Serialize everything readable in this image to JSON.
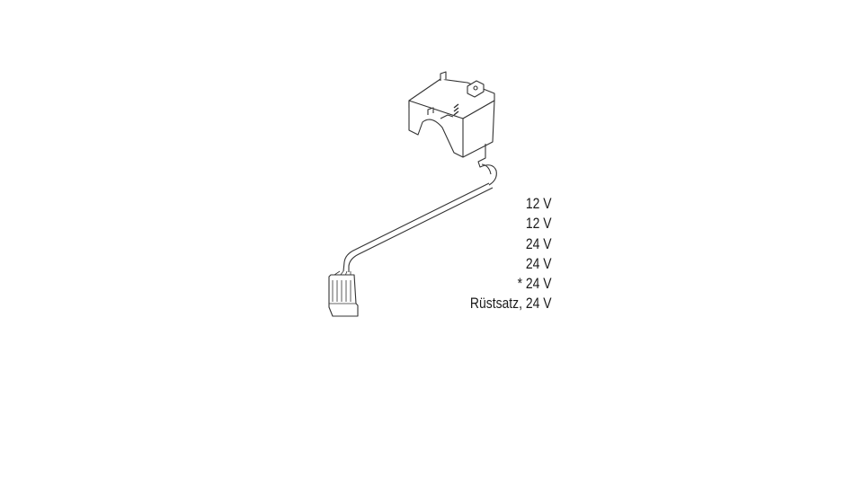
{
  "variants": [
    "12 V",
    "12 V",
    "24 V",
    "24 V",
    "* 24 V",
    "Rüstsatz, 24 V"
  ],
  "colors": {
    "line": "#333333",
    "fill": "#ffffff",
    "text": "#1a1a1a"
  }
}
